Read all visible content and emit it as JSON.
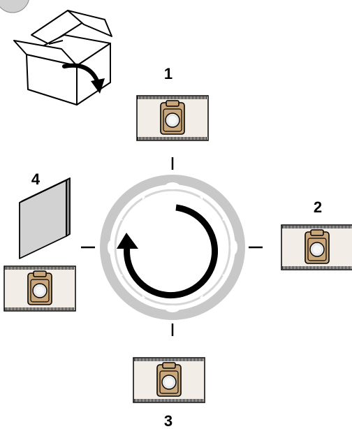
{
  "steps": [
    {
      "number": "1",
      "item": "dust-bag-card"
    },
    {
      "number": "2",
      "item": "dust-bag-card"
    },
    {
      "number": "3",
      "item": "dust-bag-card"
    },
    {
      "number": "4",
      "item": "filter-panel-and-dust-bag-card"
    }
  ],
  "icons": {
    "box": "open-cardboard-box-icon",
    "rotation": "rotate-clockwise-icon",
    "bag": "dust-bag-icon",
    "filter": "filter-panel-icon"
  },
  "colors": {
    "bag_fill": "#c9a77b",
    "bag_stroke": "#000000",
    "card_fill": "#f2ede6",
    "ring_outer": "#c8c8c8",
    "filter_fill": "#d2d2d2"
  }
}
